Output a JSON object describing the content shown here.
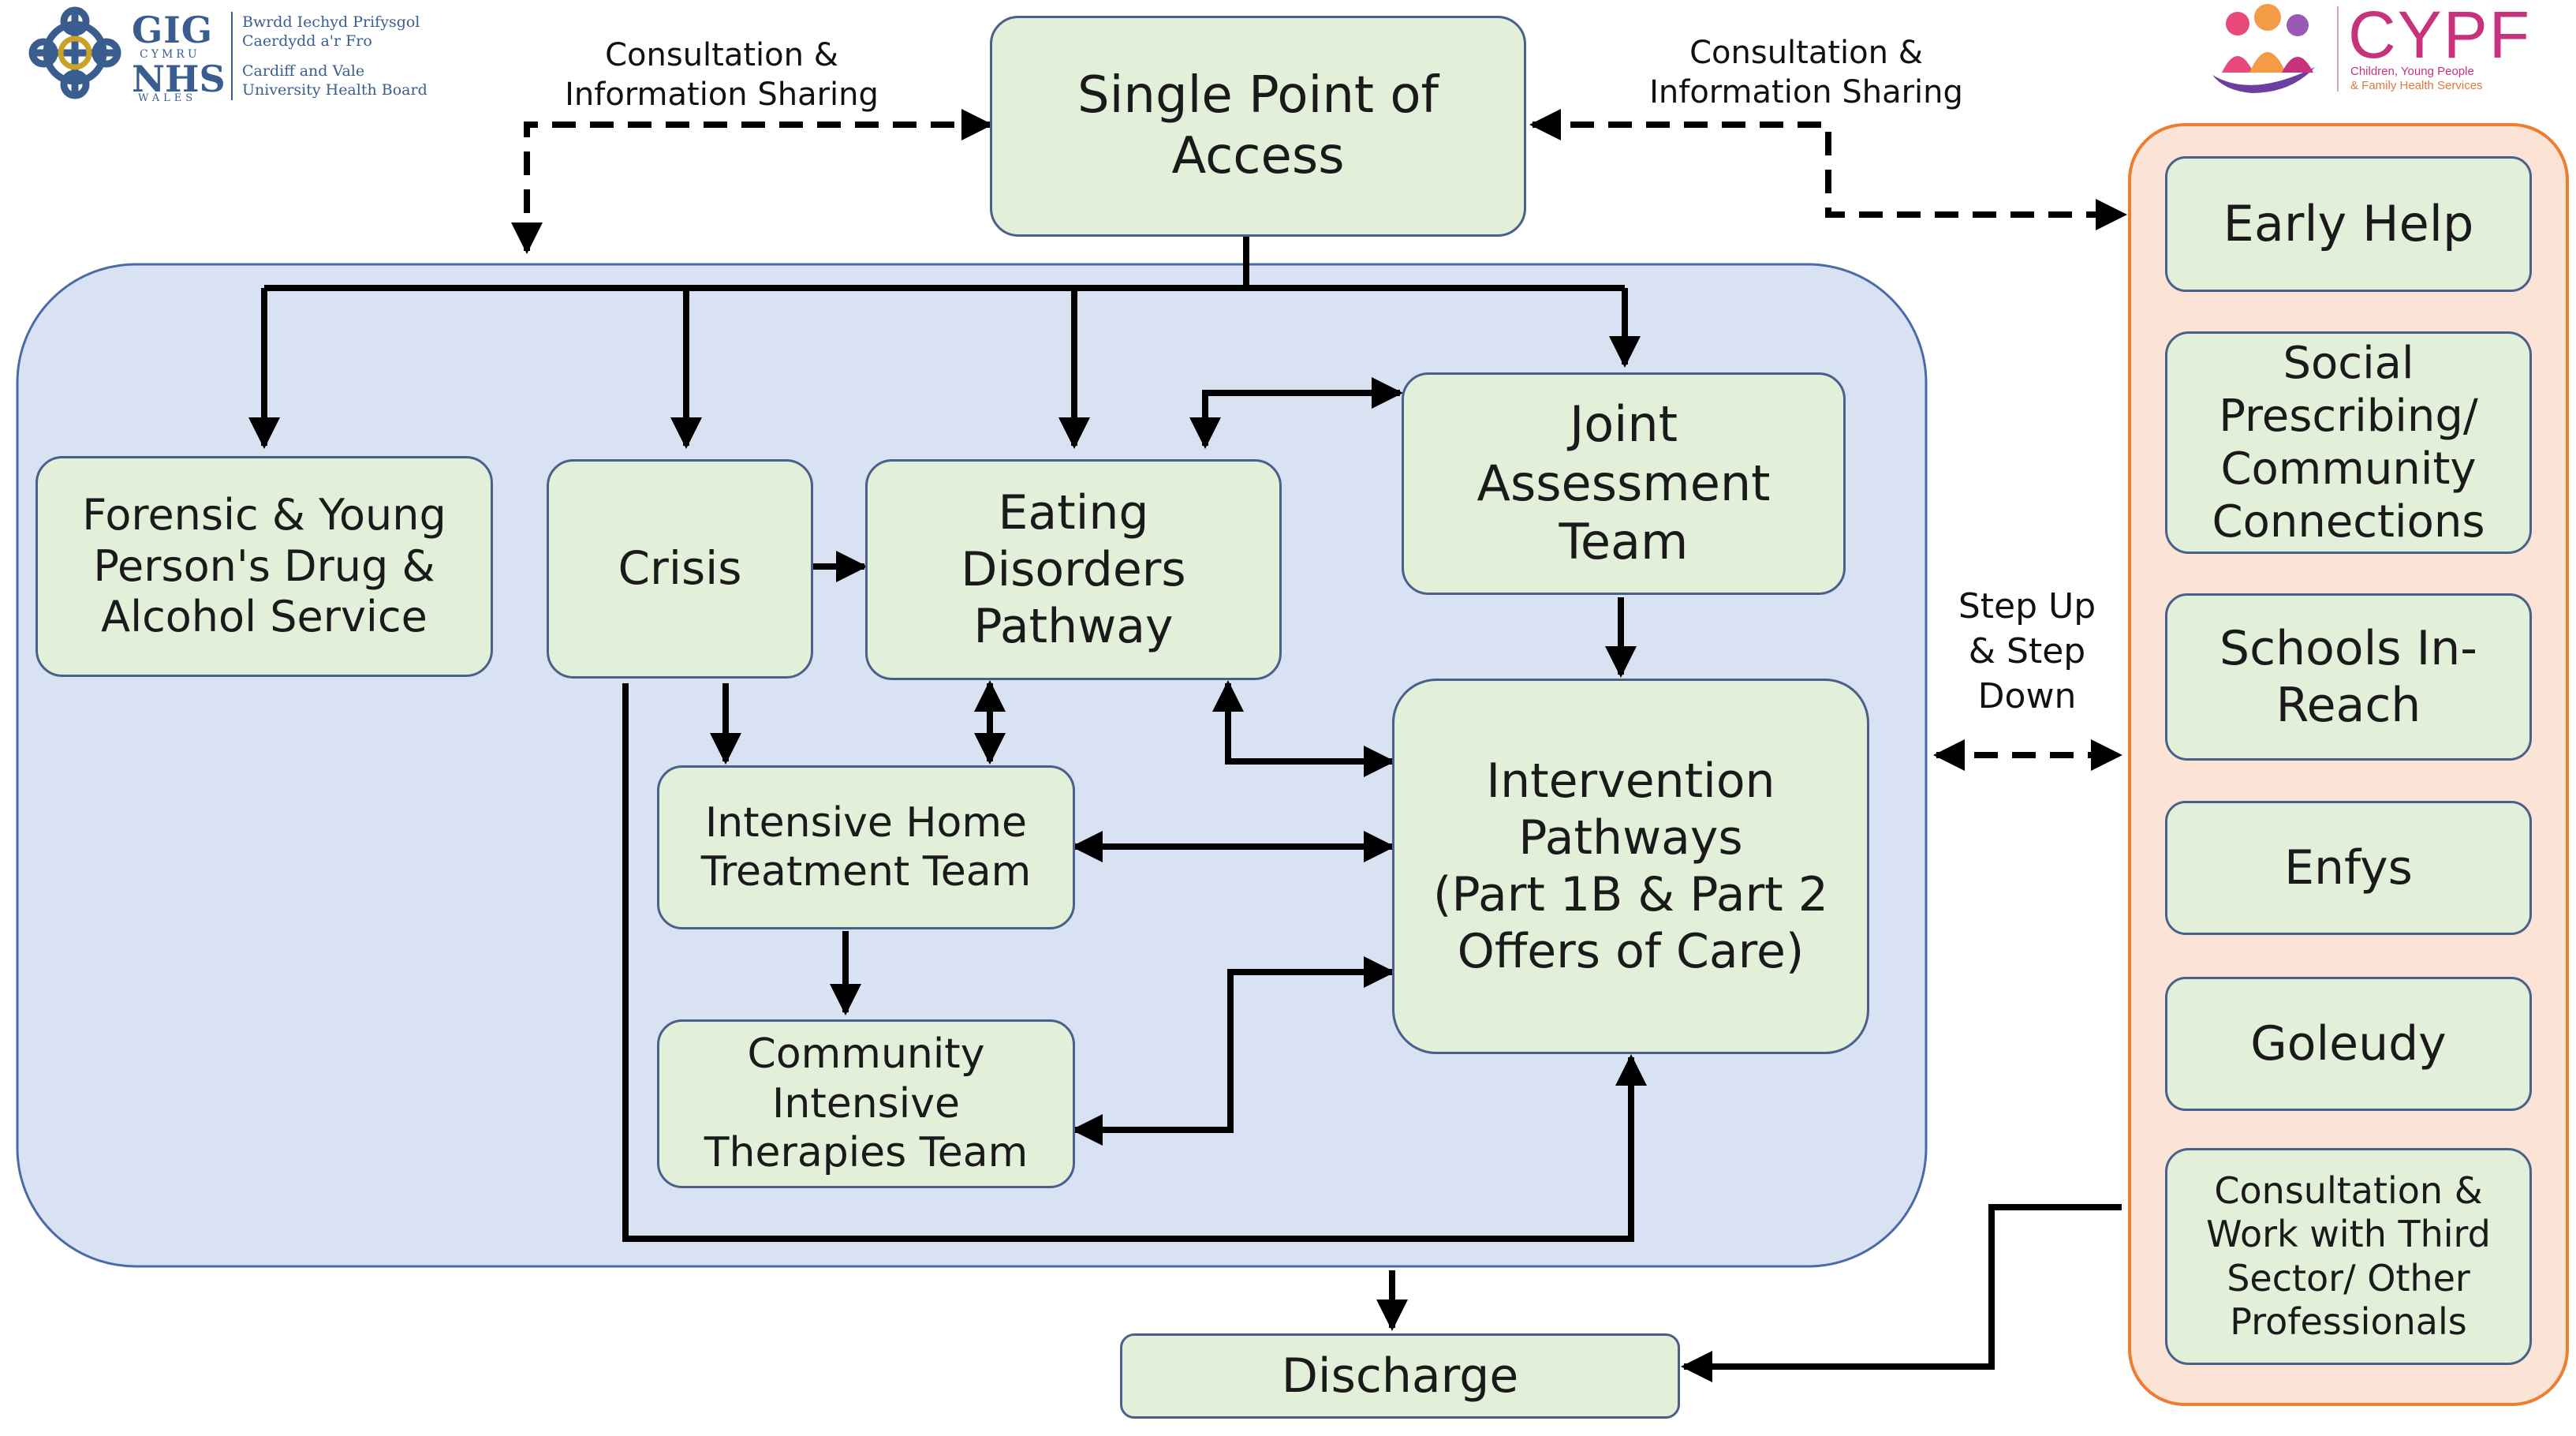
{
  "logos": {
    "nhs": {
      "gig": "GIG",
      "cymru": "CYMRU",
      "nhs": "NHS",
      "wales": "WALES",
      "bwrdd_line1": "Bwrdd Iechyd Prifysgol",
      "bwrdd_line2": "Caerdydd a'r Fro",
      "board_line1": "Cardiff and Vale",
      "board_line2": "University Health Board"
    },
    "cypf": {
      "title": "CYPF",
      "subtitle_line1": "Children, Young People",
      "subtitle_line2": "& Family Health Services"
    }
  },
  "edge_labels": {
    "consultation_left_1": "Consultation &",
    "consultation_left_2": "Information Sharing",
    "consultation_right_1": "Consultation &",
    "consultation_right_2": "Information Sharing",
    "step_1": "Step Up",
    "step_2": "& Step",
    "step_3": "Down"
  },
  "nodes": {
    "spoa": [
      "Single Point of",
      "Access"
    ],
    "forensic": [
      "Forensic & Young",
      "Person's Drug &",
      "Alcohol Service"
    ],
    "crisis": [
      "Crisis"
    ],
    "eating": [
      "Eating",
      "Disorders",
      "Pathway"
    ],
    "joint": [
      "Joint",
      "Assessment",
      "Team"
    ],
    "ihtt": [
      "Intensive Home",
      "Treatment Team"
    ],
    "citt": [
      "Community",
      "Intensive",
      "Therapies Team"
    ],
    "intervention": [
      "Intervention",
      "Pathways",
      "(Part 1B & Part 2",
      "Offers of Care)"
    ],
    "discharge": [
      "Discharge"
    ],
    "early_help": [
      "Early Help"
    ],
    "social": [
      "Social",
      "Prescribing/",
      "Community",
      "Connections"
    ],
    "schools": [
      "Schools In-",
      "Reach"
    ],
    "enfys": [
      "Enfys"
    ],
    "goleudy": [
      "Goleudy"
    ],
    "consultation": [
      "Consultation &",
      "Work with Third",
      "Sector/ Other",
      "Professionals"
    ]
  },
  "colors": {
    "node_fill": "#e2efd9",
    "node_border": "#4a5f8a",
    "central_panel_fill": "#d9e2f3",
    "right_panel_fill": "#fbe4d5",
    "right_panel_border": "#ed7d31",
    "arrow": "#000000",
    "cypf_magenta": "#c8327d"
  }
}
